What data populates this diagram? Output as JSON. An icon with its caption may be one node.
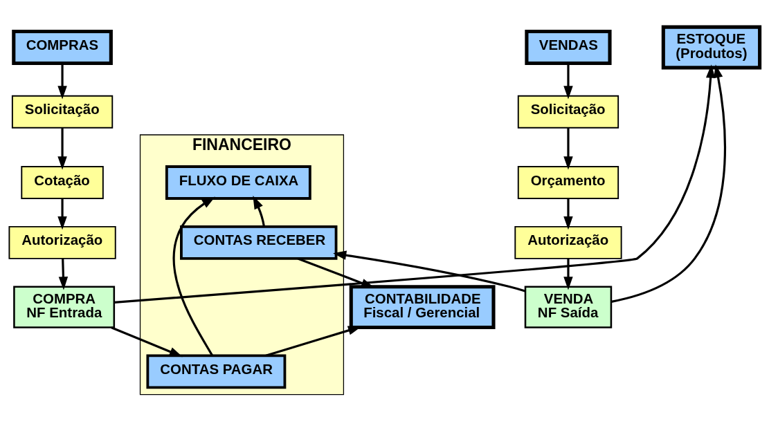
{
  "diagram": {
    "nodes": [
      {
        "text": [
          "COMPRAS"
        ]
      },
      {
        "text": [
          "Solicitação"
        ]
      },
      {
        "text": [
          "Cotação"
        ]
      },
      {
        "text": [
          "Autorização"
        ]
      },
      {
        "text": [
          "COMPRA",
          "NF Entrada"
        ]
      },
      {
        "text": [
          "ESTOQUE",
          "(Produtos)"
        ]
      },
      {
        "text": [
          "FINANCEIRO"
        ]
      },
      {
        "text": [
          "FLUXO DE CAIXA"
        ],
        "in": 6
      },
      {
        "text": [
          "CONTAS PAGAR"
        ],
        "in": 6
      },
      {
        "text": [
          "CONTAS RECEBER"
        ],
        "in": 6
      },
      {
        "text": [
          "CONTABILIDADE",
          "Fiscal / Gerencial"
        ]
      },
      {
        "text": [
          "VENDAS"
        ]
      },
      {
        "text": [
          "Solicitação"
        ]
      },
      {
        "text": [
          "Orçamento"
        ]
      },
      {
        "text": [
          "Autorização"
        ]
      },
      {
        "text": [
          "VENDA",
          "NF Saída"
        ]
      }
    ],
    "edges": [
      {
        "from": 0,
        "to": 1,
        "arrow": "to"
      },
      {
        "from": 1,
        "to": 2,
        "arrow": "to"
      },
      {
        "from": 2,
        "to": 3,
        "arrow": "to"
      },
      {
        "from": 3,
        "to": 4,
        "arrow": "to"
      },
      {
        "from": 4,
        "to": 5,
        "arrow": "to"
      },
      {
        "from": 4,
        "to": 8,
        "arrow": "to"
      },
      {
        "from": 8,
        "to": 7,
        "arrow": "to"
      },
      {
        "from": 9,
        "to": 7,
        "arrow": "to"
      },
      {
        "from": 8,
        "to": 10,
        "arrow": "to"
      },
      {
        "from": 9,
        "to": 10,
        "arrow": "to"
      },
      {
        "from": 15,
        "to": 5,
        "arrow": "to"
      },
      {
        "from": 15,
        "to": 9,
        "arrow": "to"
      },
      {
        "from": 11,
        "to": 12,
        "arrow": "to"
      },
      {
        "from": 12,
        "to": 13,
        "arrow": "to"
      },
      {
        "from": 13,
        "to": 14,
        "arrow": "to"
      },
      {
        "from": 14,
        "to": 15,
        "arrow": "to"
      }
    ]
  }
}
